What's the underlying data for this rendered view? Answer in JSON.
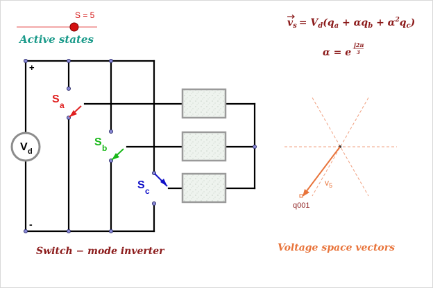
{
  "slider": {
    "label": "S = 5",
    "value": 5,
    "min": 0,
    "max": 7,
    "caption": "Active states",
    "track_color": "#f2a7a7",
    "thumb_color": "#d41010"
  },
  "inverter": {
    "dc_source_label": "V",
    "dc_source_sub": "d",
    "plus_label": "+",
    "minus_label": "-",
    "switches": [
      {
        "label": "S",
        "sub": "a",
        "color": "#e02020",
        "position": "lower"
      },
      {
        "label": "S",
        "sub": "b",
        "color": "#18b818",
        "position": "lower"
      },
      {
        "label": "S",
        "sub": "c",
        "color": "#1010c8",
        "position": "upper"
      }
    ],
    "caption": "Switch − mode inverter",
    "caption_color": "#8b1a1a"
  },
  "equations": {
    "vs_lhs": "v",
    "vs_sub": "s",
    "vs_rhs_prefix": "= V",
    "vs_rhs_sub": "d",
    "vs_rhs_body": "(q",
    "q_a": "a",
    "plus_alpha": " + αq",
    "q_b": "b",
    "plus_alpha2": " + α",
    "sq": "2",
    "q_c_prefix": "q",
    "q_c": "c",
    "close": ")",
    "alpha_lhs": "α = e",
    "alpha_exp": "j2π",
    "alpha_exp_den": "3",
    "color": "#8b1a1a"
  },
  "vector_diagram": {
    "vector_label": "v",
    "vector_sub": "5",
    "state_label": "q001",
    "caption": "Voltage space vectors",
    "vector_color": "#e8743b",
    "axes_color": "#f0a080"
  }
}
